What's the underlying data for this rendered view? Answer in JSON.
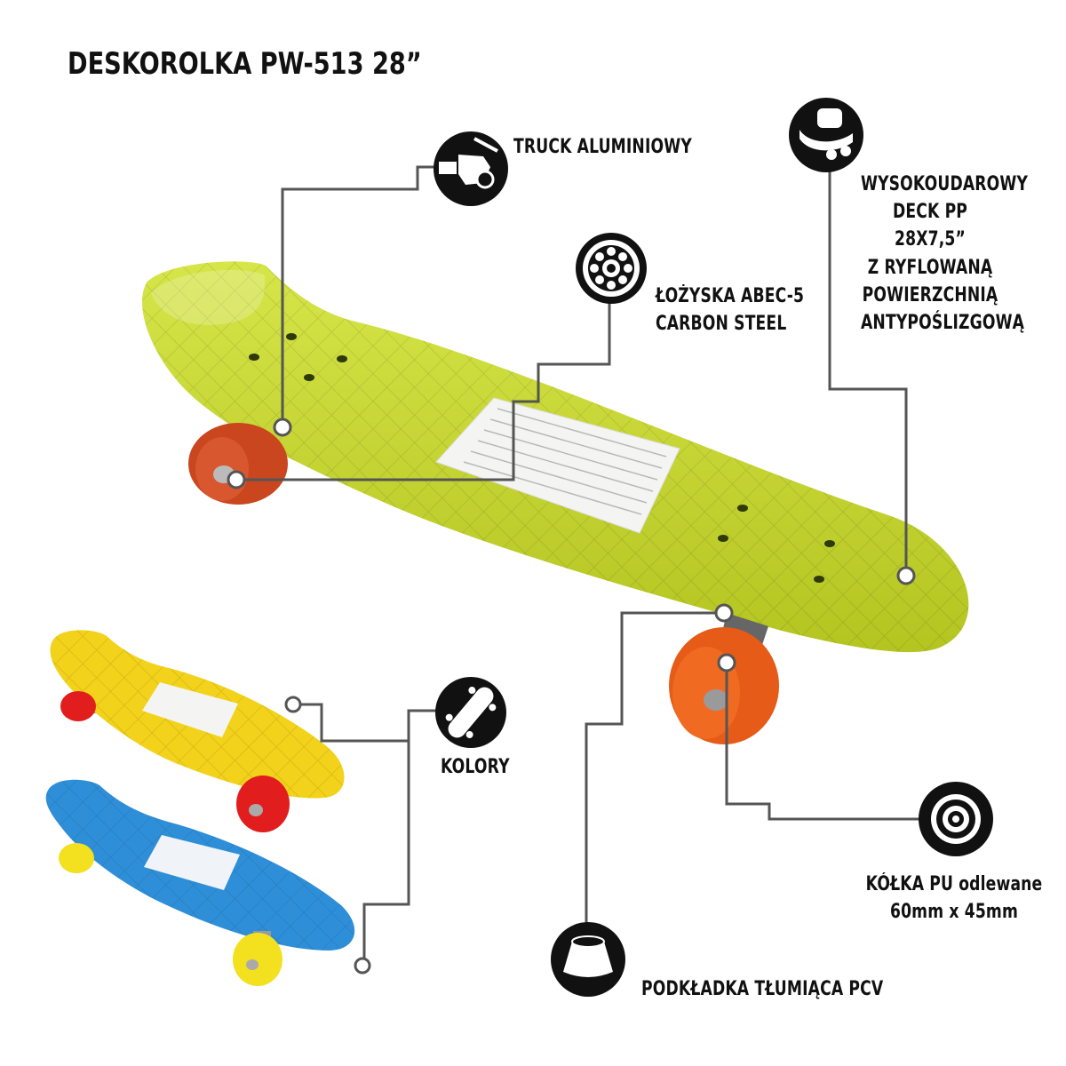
{
  "title": "DESKOROLKA PW-513 28”",
  "features": {
    "truck": "TRUCK ALUMINIOWY",
    "bearings": [
      "ŁOŻYSKA ABEC-5",
      "CARBON STEEL"
    ],
    "deck": [
      "WYSOKOUDAROWY",
      "DECK PP",
      "28X7,5”",
      "Z RYFLOWANĄ",
      "POWIERZCHNIĄ",
      "ANTYPOŚLIZGOWĄ"
    ],
    "colors": "KOLORY",
    "wheels": [
      "KÓŁKA PU odlewane",
      "60mm x 45mm"
    ],
    "bushing": "PODKŁADKA TŁUMIĄCA PCV"
  },
  "icons": {
    "truck": "truck-icon",
    "bearings": "bearing-icon",
    "deck": "deck-icon",
    "colors": "skateboard-icon",
    "wheels": "wheel-icon",
    "bushing": "bushing-icon"
  },
  "palette": {
    "main_deck": "#c8d92e",
    "main_wheels": "#c9461f",
    "variant_1_deck": "#f2d21a",
    "variant_1_wheels": "#e21d1d",
    "variant_2_deck": "#2e8fd8",
    "variant_2_wheels": "#f3e01e",
    "line": "#555555"
  }
}
